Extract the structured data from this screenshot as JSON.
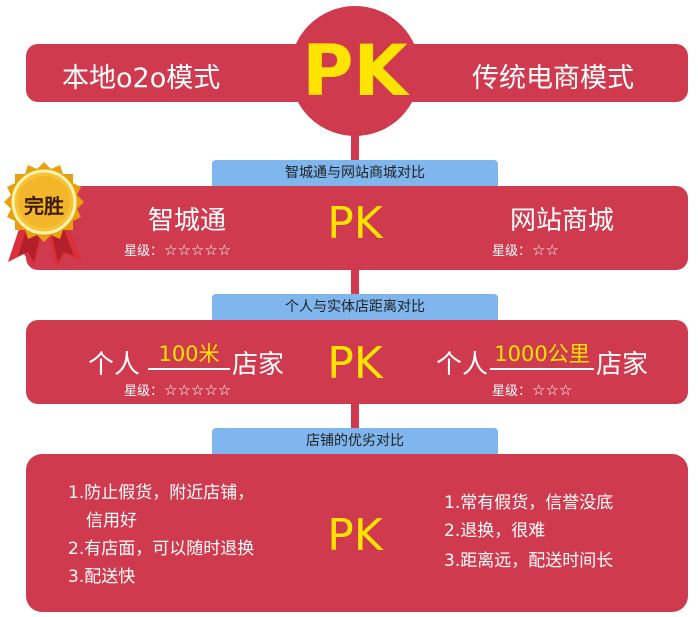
{
  "header": {
    "left_title": "本地o2o模式",
    "pk": "PK",
    "right_title": "传统电商模式"
  },
  "section1": {
    "tab_label": "智城通与网站商城对比",
    "left_name": "智城通",
    "left_star_label": "星级：",
    "left_stars": "☆☆☆☆☆",
    "right_name": "网站商城",
    "right_star_label": "星级：",
    "right_stars": "☆☆",
    "pk": "PK",
    "medal_text": "完胜"
  },
  "section2": {
    "tab_label": "个人与实体店距离对比",
    "left_prefix": "个人",
    "left_distance": "100米",
    "left_suffix": "店家",
    "left_star_label": "星级：",
    "left_stars": "☆☆☆☆☆",
    "right_prefix": "个人",
    "right_distance": "1000公里",
    "right_suffix": "店家",
    "right_star_label": "星级：",
    "right_stars": "☆☆☆",
    "pk": "PK"
  },
  "section3": {
    "tab_label": "店铺的优劣对比",
    "left_items": [
      "1.防止假货，附近店铺，",
      "信用好",
      "2.有店面，可以随时退换",
      "3.配送快"
    ],
    "right_items": [
      "1.常有假货，信誉没底",
      "2.退换，很难",
      "3.距离远，配送时间长"
    ],
    "pk": "PK"
  },
  "colors": {
    "bar": "#cf3a4e",
    "tab": "#7fb6ee",
    "pk_yellow": "#ffe400",
    "medal_gold": "#f2b01e"
  }
}
